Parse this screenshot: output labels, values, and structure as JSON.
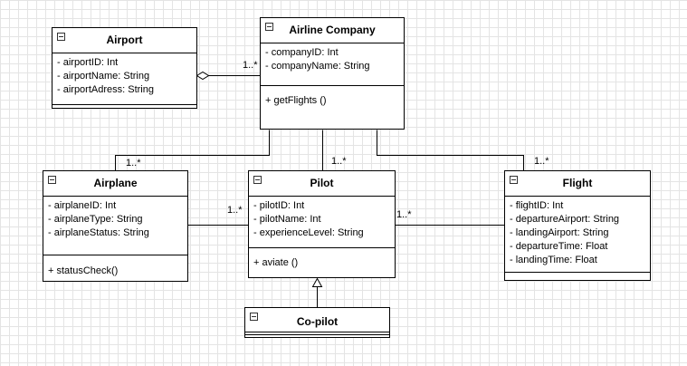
{
  "classes": {
    "airport": {
      "name": "Airport",
      "attributes": [
        "- airportID: Int",
        "- airportName: String",
        "- airportAdress: String"
      ],
      "operations": []
    },
    "airline_company": {
      "name": "Airline Company",
      "attributes": [
        "- companyID: Int",
        "- companyName: String"
      ],
      "operations": [
        "+ getFlights ()"
      ]
    },
    "airplane": {
      "name": "Airplane",
      "attributes": [
        "- airplaneID: Int",
        "- airplaneType: String",
        "- airplaneStatus: String"
      ],
      "operations": [
        "+ statusCheck()"
      ]
    },
    "pilot": {
      "name": "Pilot",
      "attributes": [
        "- pilotID: Int",
        "- pilotName: Int",
        "- experienceLevel: String"
      ],
      "operations": [
        "+ aviate ()"
      ]
    },
    "flight": {
      "name": "Flight",
      "attributes": [
        "- flightID: Int",
        "- departureAirport: String",
        "- landingAirport: String",
        "- departureTime: Float",
        "- landingTime: Float"
      ],
      "operations": []
    },
    "copilot": {
      "name": "Co-pilot",
      "attributes": [],
      "operations": []
    }
  },
  "multiplicities": {
    "airport_company": "1..*",
    "company_airplane": "1..*",
    "company_pilot": "1..*",
    "company_flight": "1..*",
    "airplane_pilot": "1..*",
    "pilot_flight": "1..*"
  },
  "relationships": [
    {
      "from": "Airport",
      "to": "Airline Company",
      "kind": "aggregation"
    },
    {
      "from": "Airline Company",
      "to": "Airplane",
      "kind": "association"
    },
    {
      "from": "Airline Company",
      "to": "Pilot",
      "kind": "association"
    },
    {
      "from": "Airline Company",
      "to": "Flight",
      "kind": "association"
    },
    {
      "from": "Airplane",
      "to": "Pilot",
      "kind": "association"
    },
    {
      "from": "Pilot",
      "to": "Flight",
      "kind": "association"
    },
    {
      "from": "Co-pilot",
      "to": "Pilot",
      "kind": "generalization"
    }
  ]
}
